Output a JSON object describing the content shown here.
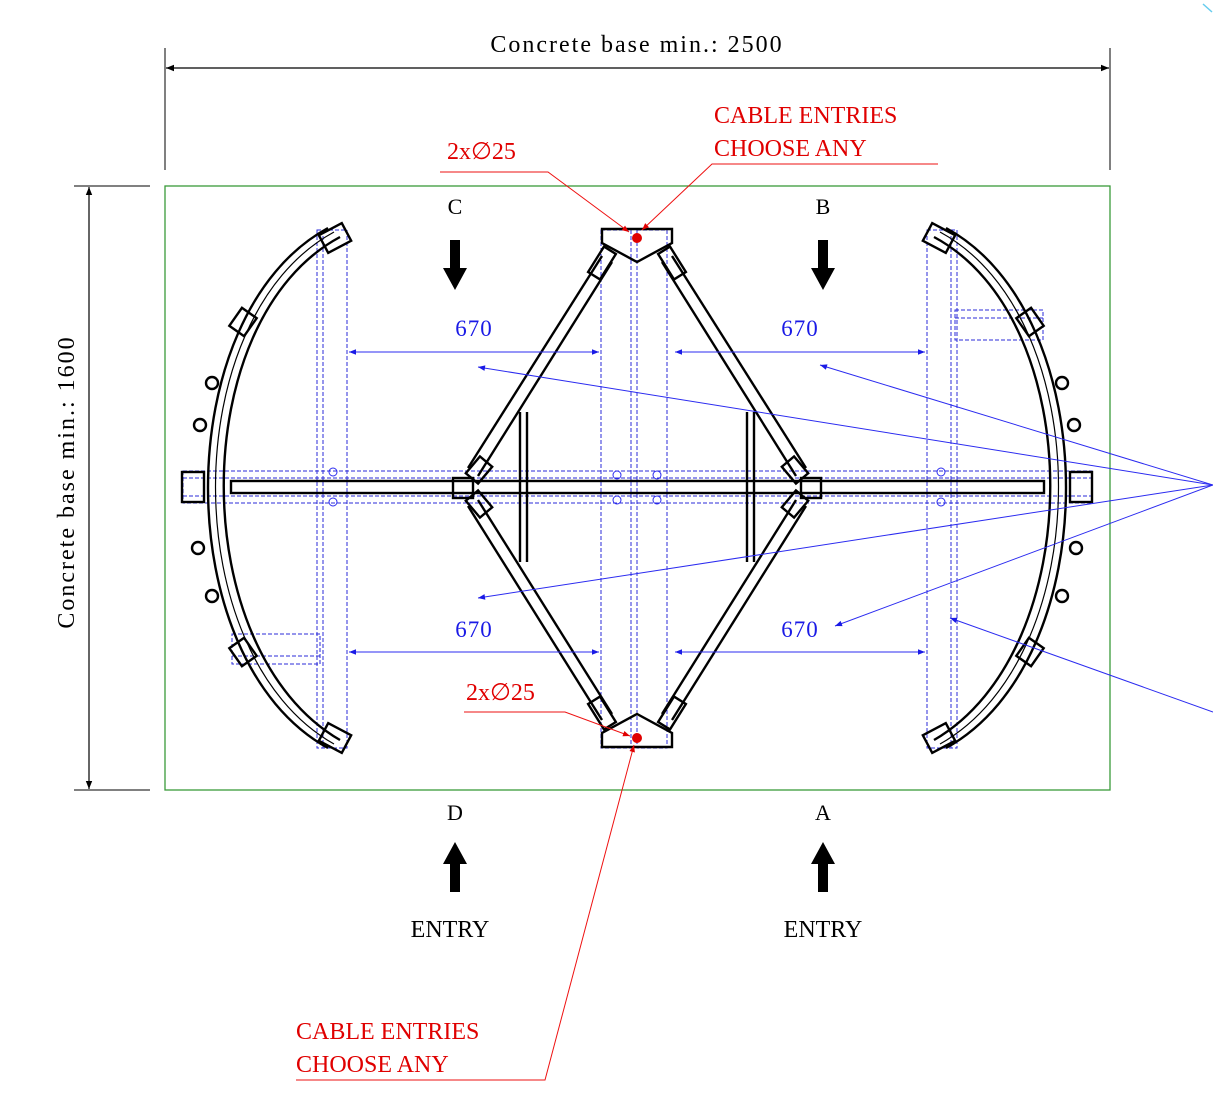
{
  "dimensions": {
    "width_label": "Concrete base min.: 2500",
    "height_label": "Concrete base min.: 1600"
  },
  "spacing": {
    "upper_left": "670",
    "upper_right": "670",
    "lower_left": "670",
    "lower_right": "670"
  },
  "posts": {
    "a": "A",
    "b": "B",
    "c": "C",
    "d": "D"
  },
  "entries": {
    "left": "ENTRY",
    "right": "ENTRY"
  },
  "cable": {
    "top_size": "2x∅25",
    "bottom_size": "2x∅25",
    "top_line1": "CABLE ENTRIES",
    "top_line2": "CHOOSE ANY",
    "bottom_line1": "CABLE ENTRIES",
    "bottom_line2": "CHOOSE ANY"
  },
  "colors": {
    "base_outline": "#3a9a3a",
    "dimension_blue": "#1a1ae6",
    "cable_red": "#e00000",
    "drawing": "#000000"
  }
}
